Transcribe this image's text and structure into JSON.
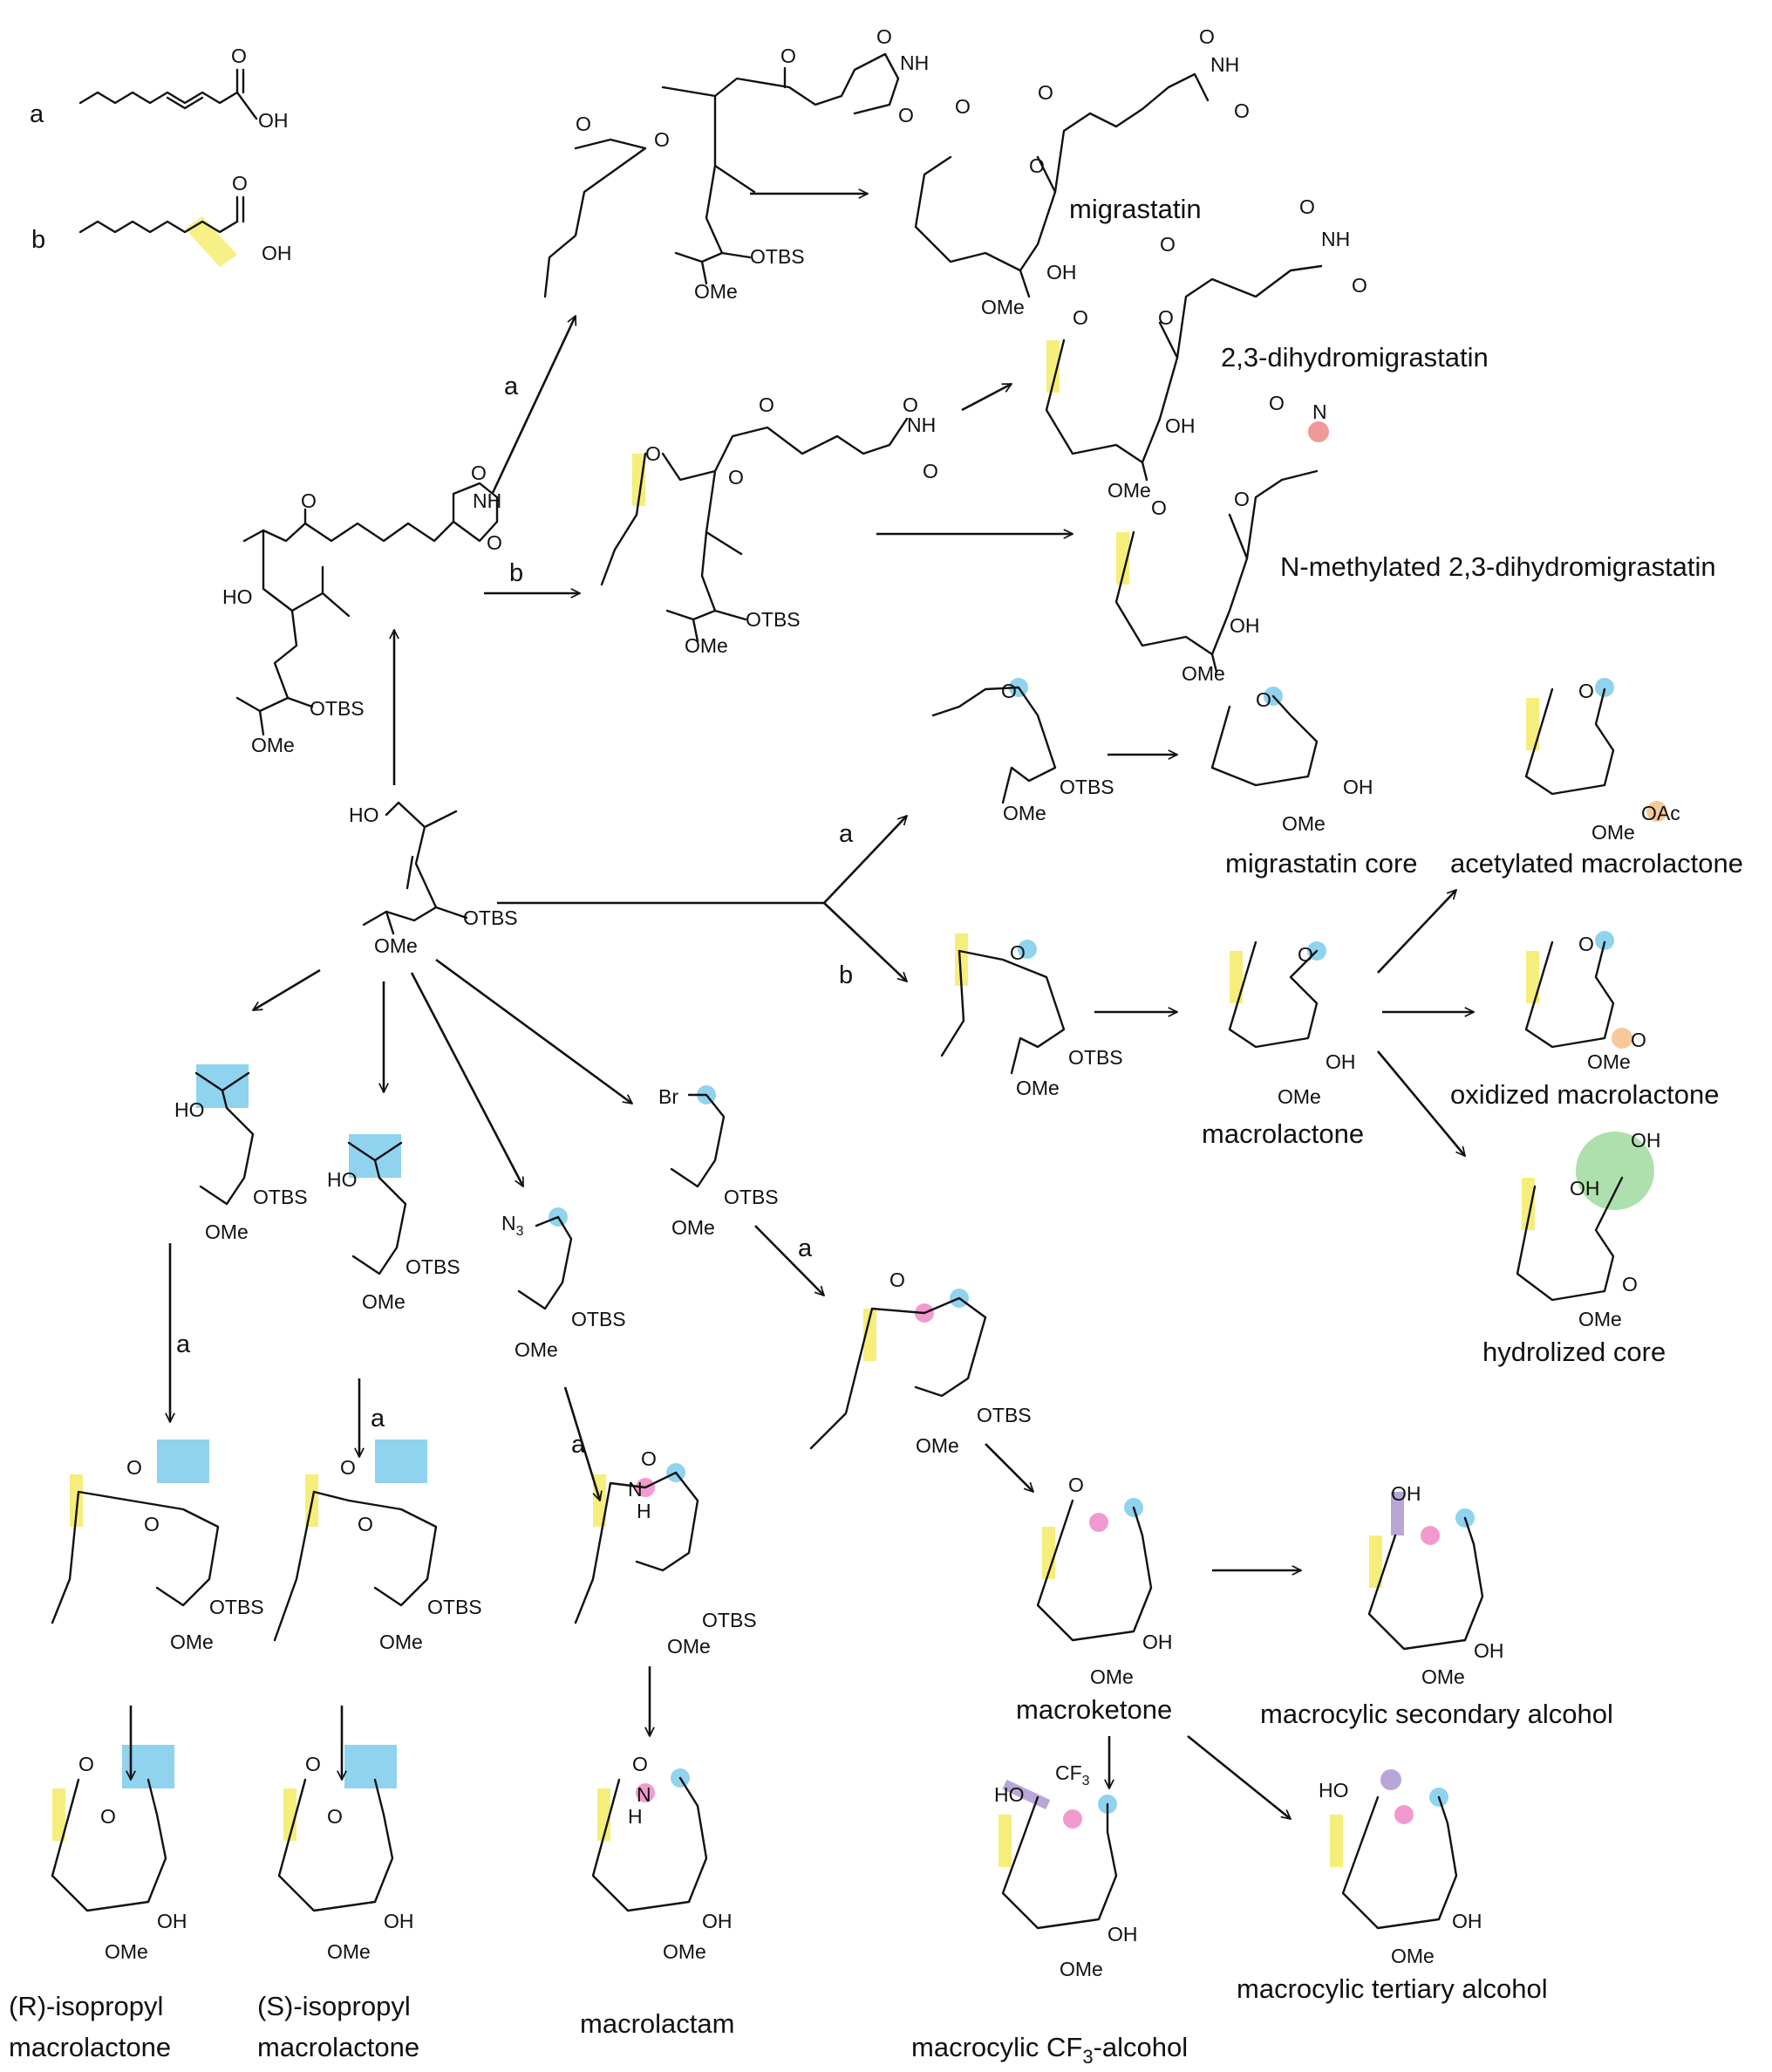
{
  "routes": {
    "a": "a",
    "b": "b"
  },
  "atoms": {
    "OH": "OH",
    "HO": "HO",
    "O": "O",
    "NH": "NH",
    "N": "N",
    "H": "H",
    "OTBS": "OTBS",
    "OMe": "OMe",
    "OAc": "OAc",
    "Br": "Br",
    "N3": "N",
    "sub3": "3",
    "CF": "CF",
    "CF3": "CF",
    "TBS_partial": "OTBS"
  },
  "compounds": {
    "migrastatin": "migrastatin",
    "dihydro": "2,3-dihydromigrastatin",
    "nmethyl": "N-methylated 2,3-dihydromigrastatin",
    "migrastatin_core": "migrastatin core",
    "macrolactone": "macrolactone",
    "acetylated": "acetylated macrolactone",
    "oxidized": "oxidized macrolactone",
    "hydrolized": "hydrolized core",
    "macroketone": "macroketone",
    "sec_alcohol": "macrocylic secondary alcohol",
    "tert_alcohol": "macrocylic tertiary alcohol",
    "cf3_pre": "macrocylic CF",
    "cf3_sub": "3",
    "cf3_post": "-alcohol",
    "macrolactam": "macrolactam",
    "r_iso_1": "(R)-isopropyl",
    "r_iso_2": "macrolactone",
    "s_iso_1": "(S)-isopropyl",
    "s_iso_2": "macrolactone"
  },
  "highlight_colors": {
    "yellow": "#f5ee7a",
    "blue": "#8fd3ee",
    "pink": "#f29ad0",
    "purple": "#b9a6d6",
    "orange": "#f6c99a",
    "green": "#9fdb9f",
    "red": "#ee9a9a"
  }
}
